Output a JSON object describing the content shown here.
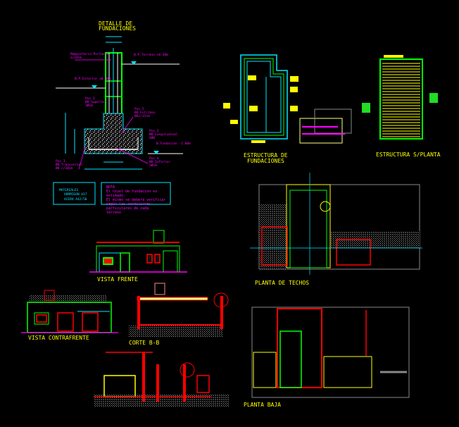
{
  "detalle": {
    "title_line1": "DETALLE DE",
    "title_line2": "FUNDACIONES",
    "labels": {
      "mamposteria": "Mamposteria Portante",
      "mamposteria2": "e=18cm",
      "np_terreno": "N.P.Terreno +0.30m",
      "np_exterior": "N.P.Exterior ±0.00m",
      "pos3": "Pos 3",
      "pos3b": "Ø8 Superior",
      "pos3c": "3Ø10",
      "pos5": "Pos 5",
      "pos5b": "Ø6 Estribos",
      "pos5c": "Ø6c/15cm",
      "pos2": "Pos 2",
      "pos2b": "Ø8 Longitudinal",
      "pos2c": "4Ø8",
      "n_fundacion": "N.Fundación -1.00m",
      "pos1": "Pos 1",
      "pos1b": "Ø8 Transversal",
      "pos1c": "Ø8 c/20cm",
      "pos4": "Pos 4",
      "pos4b": "Ø8 Inferior",
      "pos4c": "3Ø10"
    }
  },
  "materiales": {
    "title": "MATERIALES",
    "line1": "HORMIGON H17",
    "line2": "ACERO A42/50"
  },
  "nota": {
    "title": "NOTA",
    "lines": [
      "El nivel de fundación es",
      "estimado.",
      "El mismo se deberá verificar",
      "según las condiciones",
      "particulares de cada",
      "terreno"
    ]
  },
  "titles": {
    "estructura_fund_1": "ESTRUCTURA DE",
    "estructura_fund_2": "FUNDACIONES",
    "estructura_planta": "ESTRUCTURA S/PLANTA",
    "planta_techos": "PLANTA DE TECHOS",
    "vista_frente": "VISTA FRENTE",
    "vista_contrafrente": "VISTA CONTRAFRENTE",
    "corte": "CORTE B-B",
    "planta_baja": "PLANTA BAJA"
  },
  "colors": {
    "background": "#000000",
    "yellow": "#ffff00",
    "magenta": "#ff00ff",
    "cyan": "#00e5ff",
    "green": "#00ff00",
    "red": "#ff0000"
  }
}
